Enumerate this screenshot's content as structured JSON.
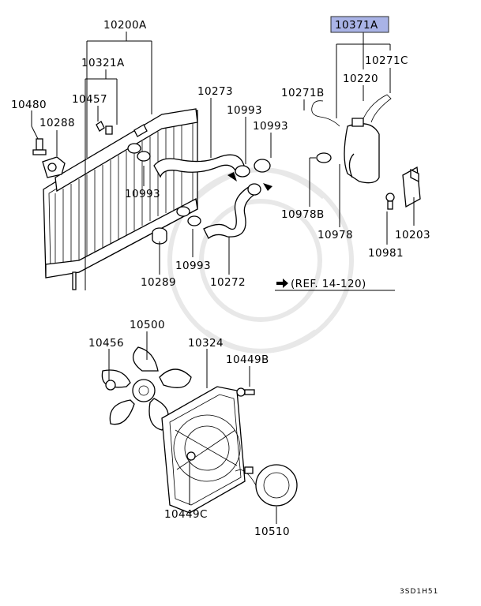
{
  "labels": {
    "radiator_assy": "10200A",
    "drain_plug": "10321A",
    "clip_10457": "10457",
    "bolt_10480": "10480",
    "bracket_10288": "10288",
    "upper_hose": "10273",
    "clamp_upper_hose": "10993",
    "clamp_right": "10993",
    "clamp_left_upper": "10993",
    "clamp_lower": "10993",
    "lower_hose": "10272",
    "mount_10289": "10289",
    "reserve_tank_assy": "10371A",
    "hose_10271C": "10271C",
    "cap_10220": "10220",
    "hose_10271B": "10271B",
    "clip_10978B": "10978B",
    "clip_10978": "10978",
    "bracket_10203": "10203",
    "bolt_10981": "10981",
    "fan_10500": "10500",
    "nut_10456": "10456",
    "shroud_10324": "10324",
    "bolt_10449B": "10449B",
    "bolt_10449C": "10449C",
    "motor_10510": "10510"
  },
  "reference": "(REF. 14-120)",
  "diagram_code": "3SD1H51",
  "highlight_color": "#a9b3e6"
}
